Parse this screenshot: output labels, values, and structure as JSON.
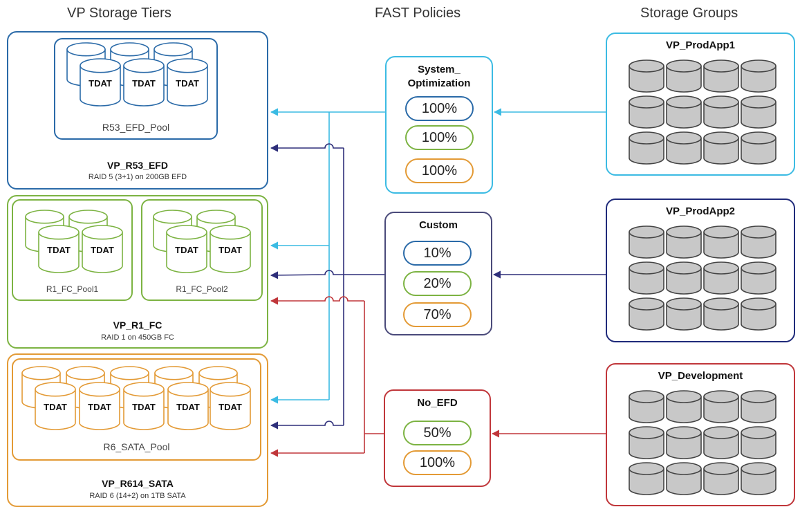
{
  "headers": {
    "tiers": "VP Storage Tiers",
    "policies": "FAST Policies",
    "groups": "Storage Groups"
  },
  "disk_label": "TDAT",
  "tiers": [
    {
      "name": "VP_R53_EFD",
      "desc": "RAID 5 (3+1) on 200GB EFD",
      "color": "#2a6aa8",
      "pools": [
        "R53_EFD_Pool"
      ]
    },
    {
      "name": "VP_R1_FC",
      "desc": "RAID 1 on 450GB FC",
      "color": "#7cb342",
      "pools": [
        "R1_FC_Pool1",
        "R1_FC_Pool2"
      ]
    },
    {
      "name": "VP_R614_SATA",
      "desc": "RAID 6 (14+2) on 1TB SATA",
      "color": "#e39a35",
      "pools": [
        "R6_SATA_Pool"
      ]
    }
  ],
  "policies": [
    {
      "title_line1": "System_",
      "title_line2": "Optimization",
      "color": "#3bbbe3",
      "values": [
        "100%",
        "100%",
        "100%"
      ]
    },
    {
      "title_line1": "Custom",
      "title_line2": "",
      "color": "#4a4a7a",
      "values": [
        "10%",
        "20%",
        "70%"
      ]
    },
    {
      "title_line1": "No_EFD",
      "title_line2": "",
      "color": "#c0363a",
      "values": [
        "50%",
        "100%"
      ]
    }
  ],
  "storage_groups": [
    {
      "name": "VP_ProdApp1",
      "color": "#3bbbe3"
    },
    {
      "name": "VP_ProdApp2",
      "color": "#1f2a7a"
    },
    {
      "name": "VP_Development",
      "color": "#c0363a"
    }
  ],
  "colors": {
    "efd": "#2a6aa8",
    "fc": "#7cb342",
    "sata": "#e39a35",
    "cyan": "#3bbbe3",
    "navy": "#2e2f7a",
    "red": "#c0363a",
    "disk_gray": "#c8c8c8"
  }
}
